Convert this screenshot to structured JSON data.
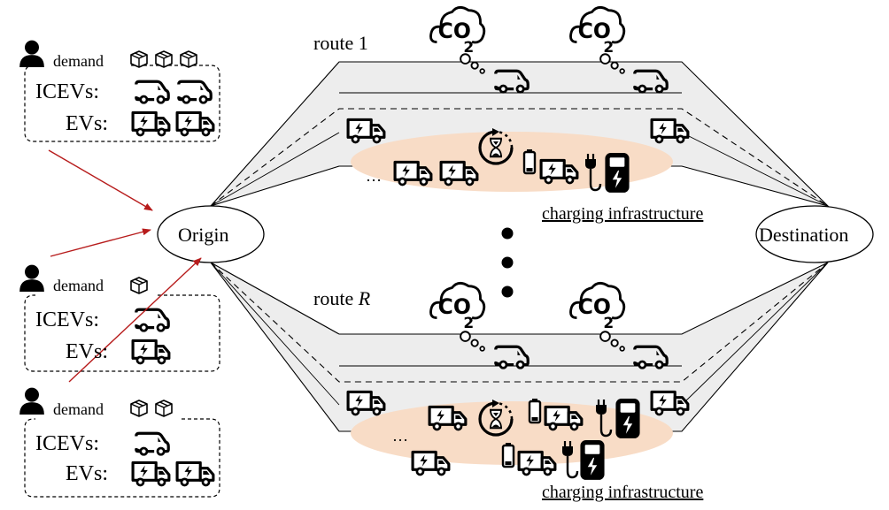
{
  "nodes": {
    "origin": "Origin",
    "destination": "Destination"
  },
  "routes": [
    {
      "label": "route",
      "index": "1"
    },
    {
      "label": "route",
      "index": "R"
    }
  ],
  "co2_label": "CO2",
  "ellipsis": "…",
  "charging_infrastructure": "charging infrastructure",
  "demand_groups": [
    {
      "demand_label": "demand",
      "icev_label": "ICEVs:",
      "ev_label": "EVs:",
      "parcels": 3,
      "icevs": 2,
      "evs": 2
    },
    {
      "demand_label": "demand",
      "icev_label": "ICEVs:",
      "ev_label": "EVs:",
      "parcels": 1,
      "icevs": 1,
      "evs": 1
    },
    {
      "demand_label": "demand",
      "icev_label": "ICEVs:",
      "ev_label": "EVs:",
      "parcels": 2,
      "icevs": 1,
      "evs": 2
    }
  ],
  "colors": {
    "arrow": "#b71c1c",
    "route_fill": "#ededed",
    "charging_zone": "#f8dcc6",
    "stroke": "#000000"
  },
  "icons": [
    "person-icon",
    "parcel-icon",
    "van-icon",
    "ev-truck-icon",
    "co2-cloud-icon",
    "thought-bubble-icon",
    "battery-icon",
    "charger-icon",
    "plug-icon",
    "hourglass-timer-icon"
  ]
}
